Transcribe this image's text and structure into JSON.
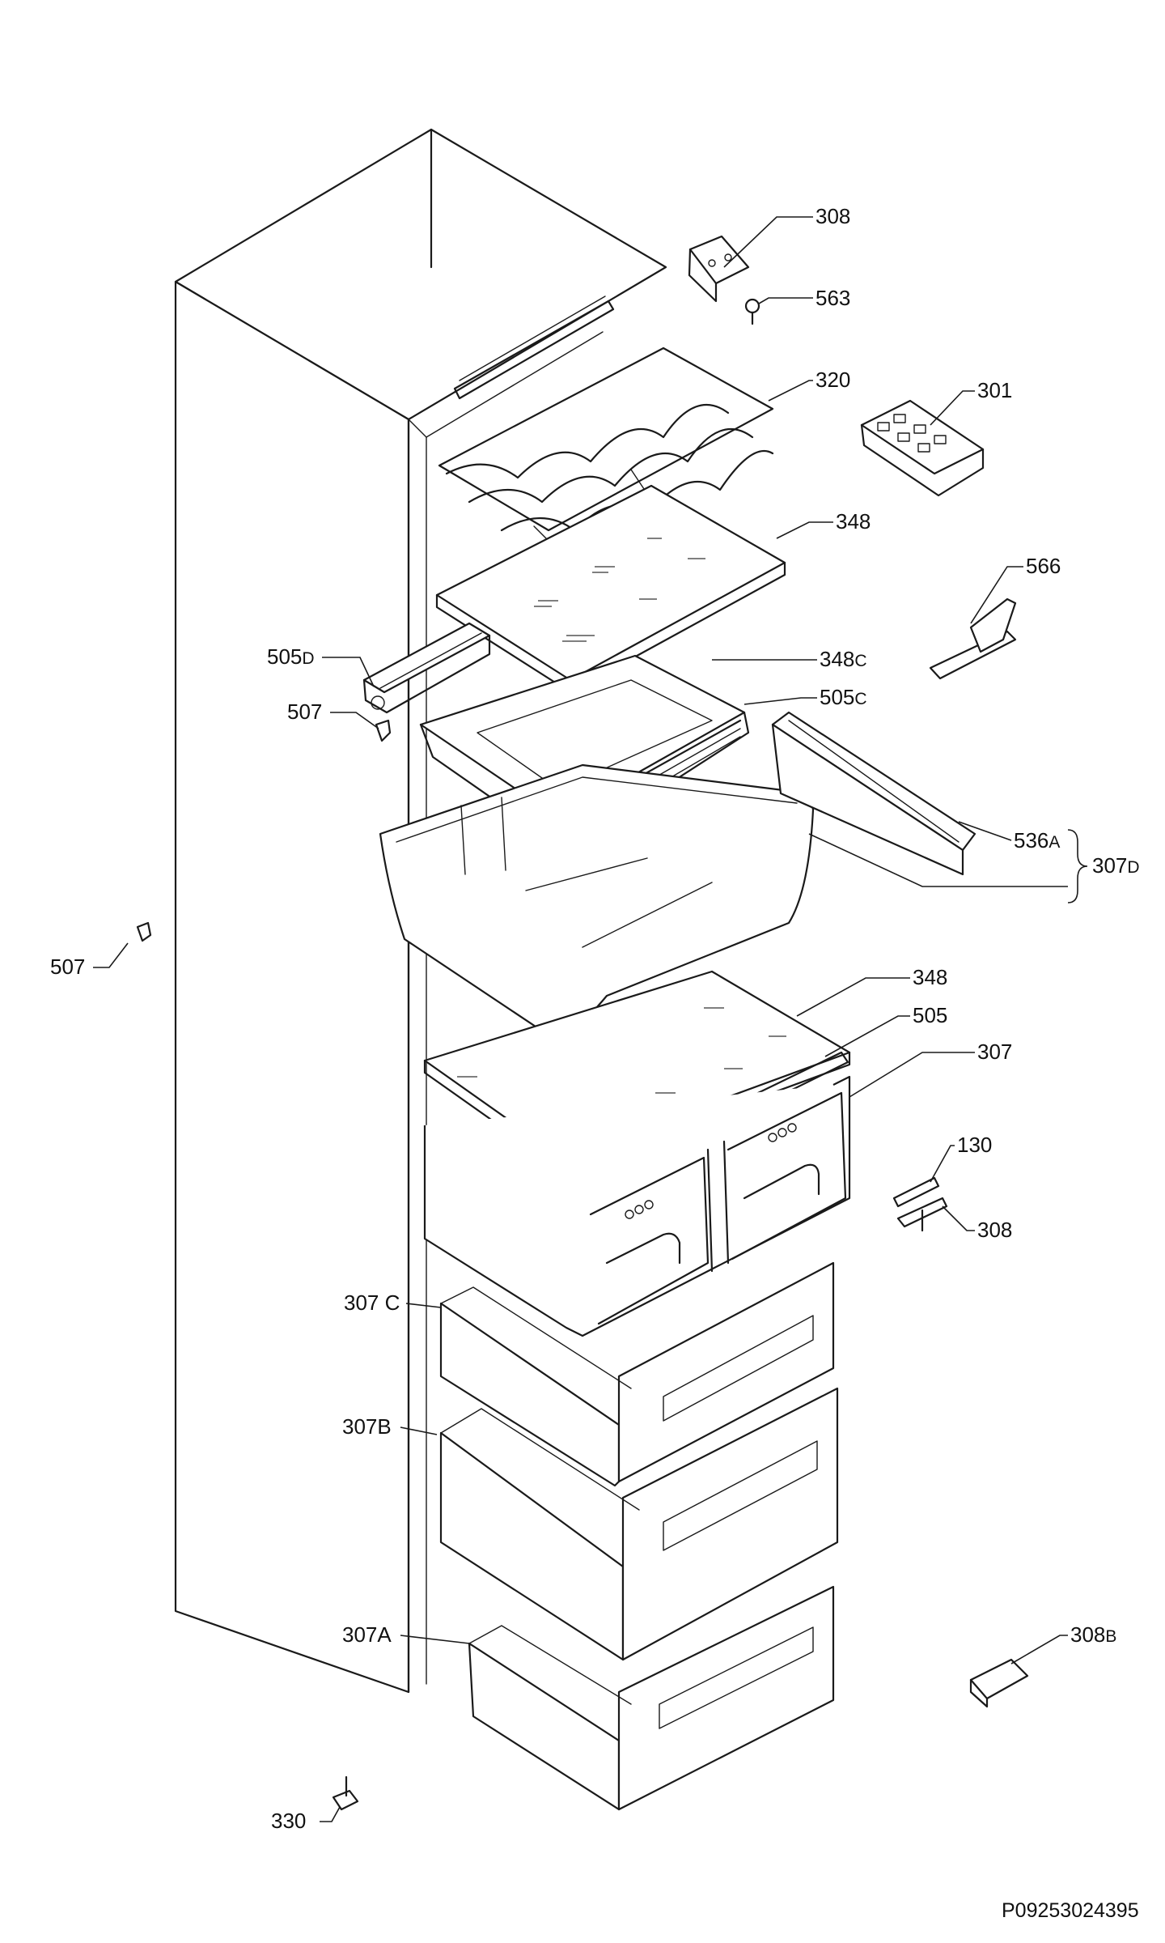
{
  "drawing_code": "P09253024395",
  "callouts": [
    {
      "id": "c308top",
      "main": "308",
      "sub": ""
    },
    {
      "id": "c563",
      "main": "563",
      "sub": ""
    },
    {
      "id": "c320",
      "main": "320",
      "sub": ""
    },
    {
      "id": "c301",
      "main": "301",
      "sub": ""
    },
    {
      "id": "c348top",
      "main": "348",
      "sub": ""
    },
    {
      "id": "c566",
      "main": "566",
      "sub": ""
    },
    {
      "id": "c505D",
      "main": "505",
      "sub": "D"
    },
    {
      "id": "c348C",
      "main": "348",
      "sub": "C"
    },
    {
      "id": "c505C",
      "main": "505",
      "sub": "C"
    },
    {
      "id": "c507a",
      "main": "507",
      "sub": ""
    },
    {
      "id": "c536A",
      "main": "536",
      "sub": "A"
    },
    {
      "id": "c307D",
      "main": "307",
      "sub": "D"
    },
    {
      "id": "c507b",
      "main": "507",
      "sub": ""
    },
    {
      "id": "c348mid",
      "main": "348",
      "sub": ""
    },
    {
      "id": "c505",
      "main": "505",
      "sub": ""
    },
    {
      "id": "c307",
      "main": "307",
      "sub": ""
    },
    {
      "id": "c130",
      "main": "130",
      "sub": ""
    },
    {
      "id": "c308mid",
      "main": "308",
      "sub": ""
    },
    {
      "id": "c307C",
      "main": "307 C",
      "sub": ""
    },
    {
      "id": "c307B",
      "main": "307B",
      "sub": ""
    },
    {
      "id": "c307A",
      "main": "307A",
      "sub": ""
    },
    {
      "id": "c308B",
      "main": "308",
      "sub": "B"
    },
    {
      "id": "c330",
      "main": "330",
      "sub": ""
    }
  ]
}
